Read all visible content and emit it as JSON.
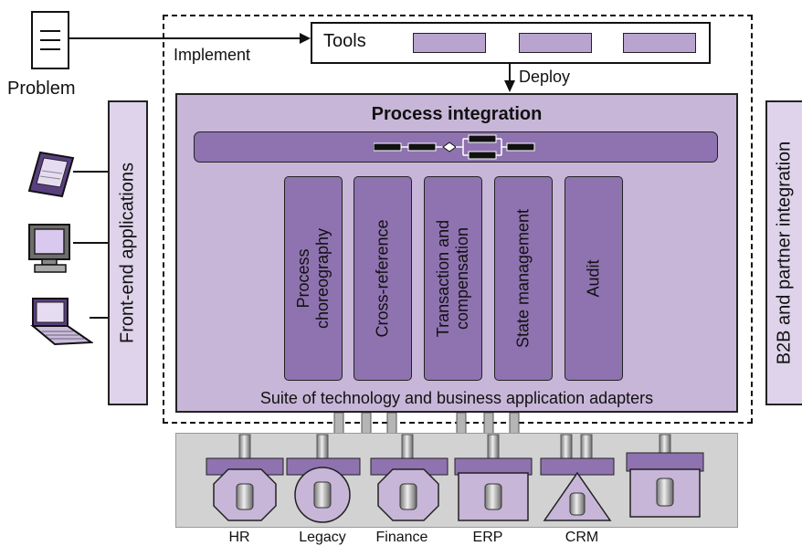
{
  "top": {
    "problem_label": "Problem",
    "implement_label": "Implement",
    "tools_label": "Tools",
    "deploy_label": "Deploy"
  },
  "process_integration": {
    "title": "Process integration",
    "columns": [
      {
        "line1": "Process",
        "line2": "choreography"
      },
      {
        "line1": "Cross-reference",
        "line2": ""
      },
      {
        "line1": "Transaction and",
        "line2": "compensation"
      },
      {
        "line1": "State management",
        "line2": ""
      },
      {
        "line1": "Audit",
        "line2": ""
      }
    ],
    "suite_label": "Suite of technology and business application adapters"
  },
  "side": {
    "frontend_label": "Front-end applications",
    "b2b_label": "B2B and partner integration"
  },
  "systems": [
    {
      "label": "HR",
      "shape": "octagon"
    },
    {
      "label": "Legacy",
      "shape": "circle"
    },
    {
      "label": "Finance",
      "shape": "octagon"
    },
    {
      "label": "ERP",
      "shape": "rectangle"
    },
    {
      "label": "CRM",
      "shape": "triangle"
    },
    {
      "label": "",
      "shape": "rectangle"
    }
  ],
  "devices": [
    "pda-icon",
    "desktop-monitor-icon",
    "laptop-icon"
  ],
  "colors": {
    "panel_light": "#c7b6d8",
    "panel_dark": "#8f73b0",
    "side_panel": "#ded3ea",
    "tool_slot": "#b8a4cf",
    "adapter_tray": "#d2d2d2"
  }
}
